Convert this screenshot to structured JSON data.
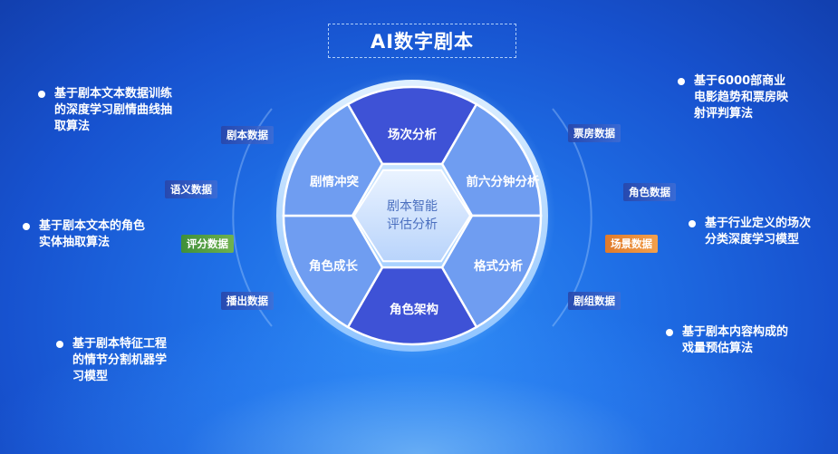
{
  "title": "AI数字剧本",
  "center": {
    "line1": "剧本智能",
    "line2": "评估分析"
  },
  "segments": {
    "top": "场次分析",
    "upper_right": "前六分钟分析",
    "lower_right": "格式分析",
    "bottom": "角色架构",
    "lower_left": "角色成长",
    "upper_left": "剧情冲突"
  },
  "bullets": {
    "left1": [
      "基于剧本文本数据训练",
      "的深度学习剧情曲线抽",
      "取算法"
    ],
    "left2": [
      "基于剧本文本的角色",
      "实体抽取算法"
    ],
    "left3": [
      "基于剧本特征工程",
      "的情节分割机器学",
      "习模型"
    ],
    "right1": [
      "基于6000部商业",
      "电影趋势和票房映",
      "射评判算法"
    ],
    "right2": [
      "基于行业定义的场次",
      "分类深度学习模型"
    ],
    "right3": [
      "基于剧本内容构成的",
      "戏量预估算法"
    ]
  },
  "tags": {
    "script_data": "剧本数据",
    "semantic_data": "语义数据",
    "rating_data": "评分数据",
    "broadcast_data": "播出数据",
    "boxoffice_data": "票房数据",
    "role_data": "角色数据",
    "scene_data": "场景数据",
    "crew_data": "剧组数据"
  },
  "colors": {
    "background": "#1f6fe6",
    "segment_dark": "#3e52d6",
    "segment_light": "#6f9df1",
    "tag_green": "#5aa448",
    "tag_orange": "#ee9443"
  }
}
